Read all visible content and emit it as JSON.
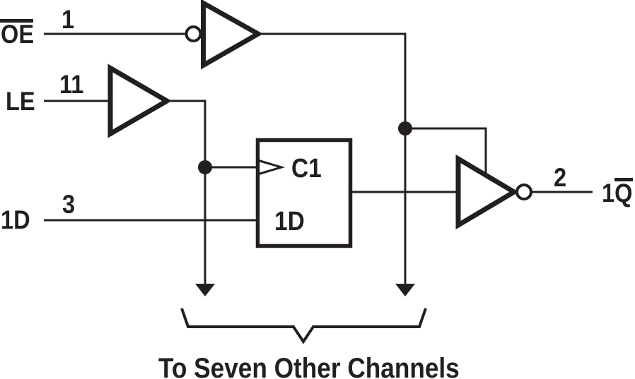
{
  "colors": {
    "ink": "#231f20",
    "background": "#ffffff"
  },
  "diagram": {
    "inputs": {
      "oe": {
        "label": "OE",
        "overlined": true,
        "pin": "1"
      },
      "le": {
        "label": "LE",
        "pin": "11"
      },
      "d": {
        "label": "1D",
        "pin": "3"
      }
    },
    "output": {
      "label": "1Q",
      "overlined_letter": "Q",
      "pin": "2"
    },
    "latch": {
      "clock_label": "C1",
      "data_label": "1D"
    },
    "caption": "To Seven Other Channels"
  },
  "icons": {
    "oe_gate": "buffer-with-input-bubble",
    "le_gate": "buffer",
    "latch": "d-latch-box",
    "output_gate": "buffer-with-output-bubble",
    "clock_input": "open-chevron-arrow",
    "junctions": "filled-dot",
    "channel_arrows": "solid-down-arrow",
    "brace": "horizontal-curly-brace"
  }
}
